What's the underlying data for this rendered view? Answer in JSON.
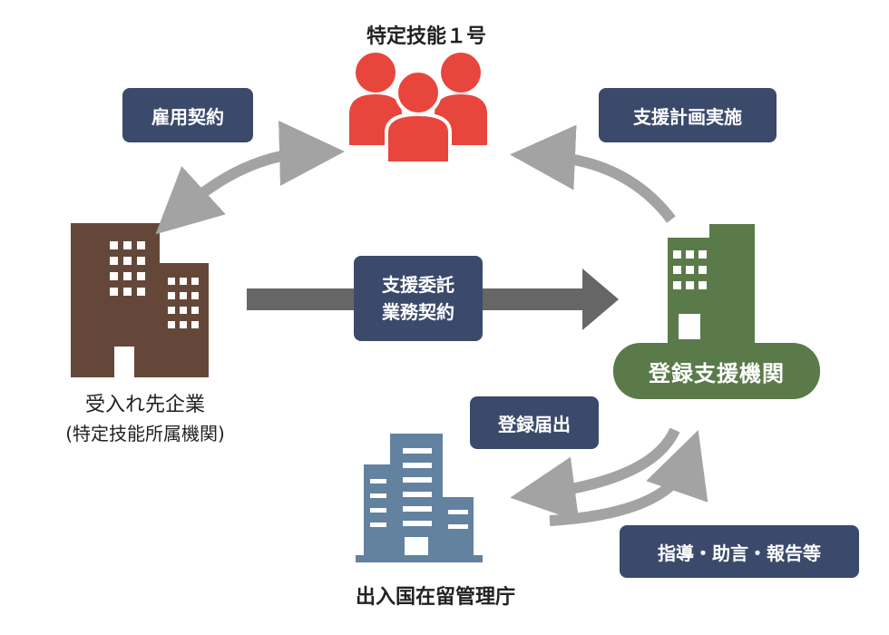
{
  "nodes": {
    "worker": {
      "title": "特定技能１号",
      "color": "#e8463c"
    },
    "employer": {
      "title_line1": "受入れ先企業",
      "title_line2": "(特定技能所属機関)",
      "color": "#65473a"
    },
    "support_org": {
      "title": "登録支援機関",
      "color": "#5a7a4a"
    },
    "immigration": {
      "title": "出入国在留管理庁",
      "color": "#62829f"
    }
  },
  "relations": {
    "employment_contract": "雇用契約",
    "support_plan": "支援計画実施",
    "support_outsourcing_line1": "支援委託",
    "support_outsourcing_line2": "業務契約",
    "registration_notice": "登録届出",
    "guidance_report": "指導・助言・報告等"
  },
  "colors": {
    "label_box": "#3b4a6b",
    "arrow_light": "#a3a3a3",
    "arrow_dark": "#666666"
  }
}
